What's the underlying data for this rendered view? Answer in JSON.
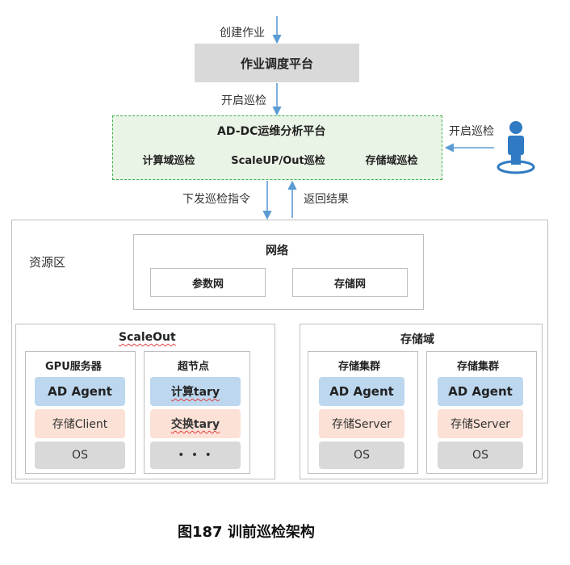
{
  "top": {
    "create_job_label": "创建作业",
    "scheduler_label": "作业调度平台",
    "start_inspect_label": "开启巡检"
  },
  "ad_dc": {
    "title": "AD-DC运维分析平台",
    "hexes": [
      "计算域巡检",
      "ScaleUP/Out巡检",
      "存储域巡检"
    ],
    "user_start_label": "开启巡检"
  },
  "links": {
    "send_cmd_label": "下发巡检指令",
    "return_result_label": "返回结果"
  },
  "resource": {
    "title": "资源区",
    "network": {
      "title": "网络",
      "items": [
        "参数网",
        "存储网"
      ]
    },
    "scaleout": {
      "title": "ScaleOut",
      "gpu": {
        "title": "GPU服务器",
        "agent": "AD Agent",
        "client": "存储Client",
        "os": "OS"
      },
      "supernode": {
        "title": "超节点",
        "compute": "计算tary",
        "switch": "交换tary",
        "more": "• • •"
      }
    },
    "storage": {
      "title": "存储域",
      "clusters": [
        {
          "title": "存储集群",
          "agent": "AD Agent",
          "server": "存储Server",
          "os": "OS"
        },
        {
          "title": "存储集群",
          "agent": "AD Agent",
          "server": "存储Server",
          "os": "OS"
        }
      ]
    }
  },
  "caption": "图187 训前巡检架构",
  "colors": {
    "accent_green": "#3db04a",
    "hex_fill": "#f7d154",
    "agent_blue": "#bcd7ee",
    "client_pink": "#fbe1d6",
    "os_gray": "#d9d9d9",
    "arrow_blue": "#5b9bd5"
  }
}
